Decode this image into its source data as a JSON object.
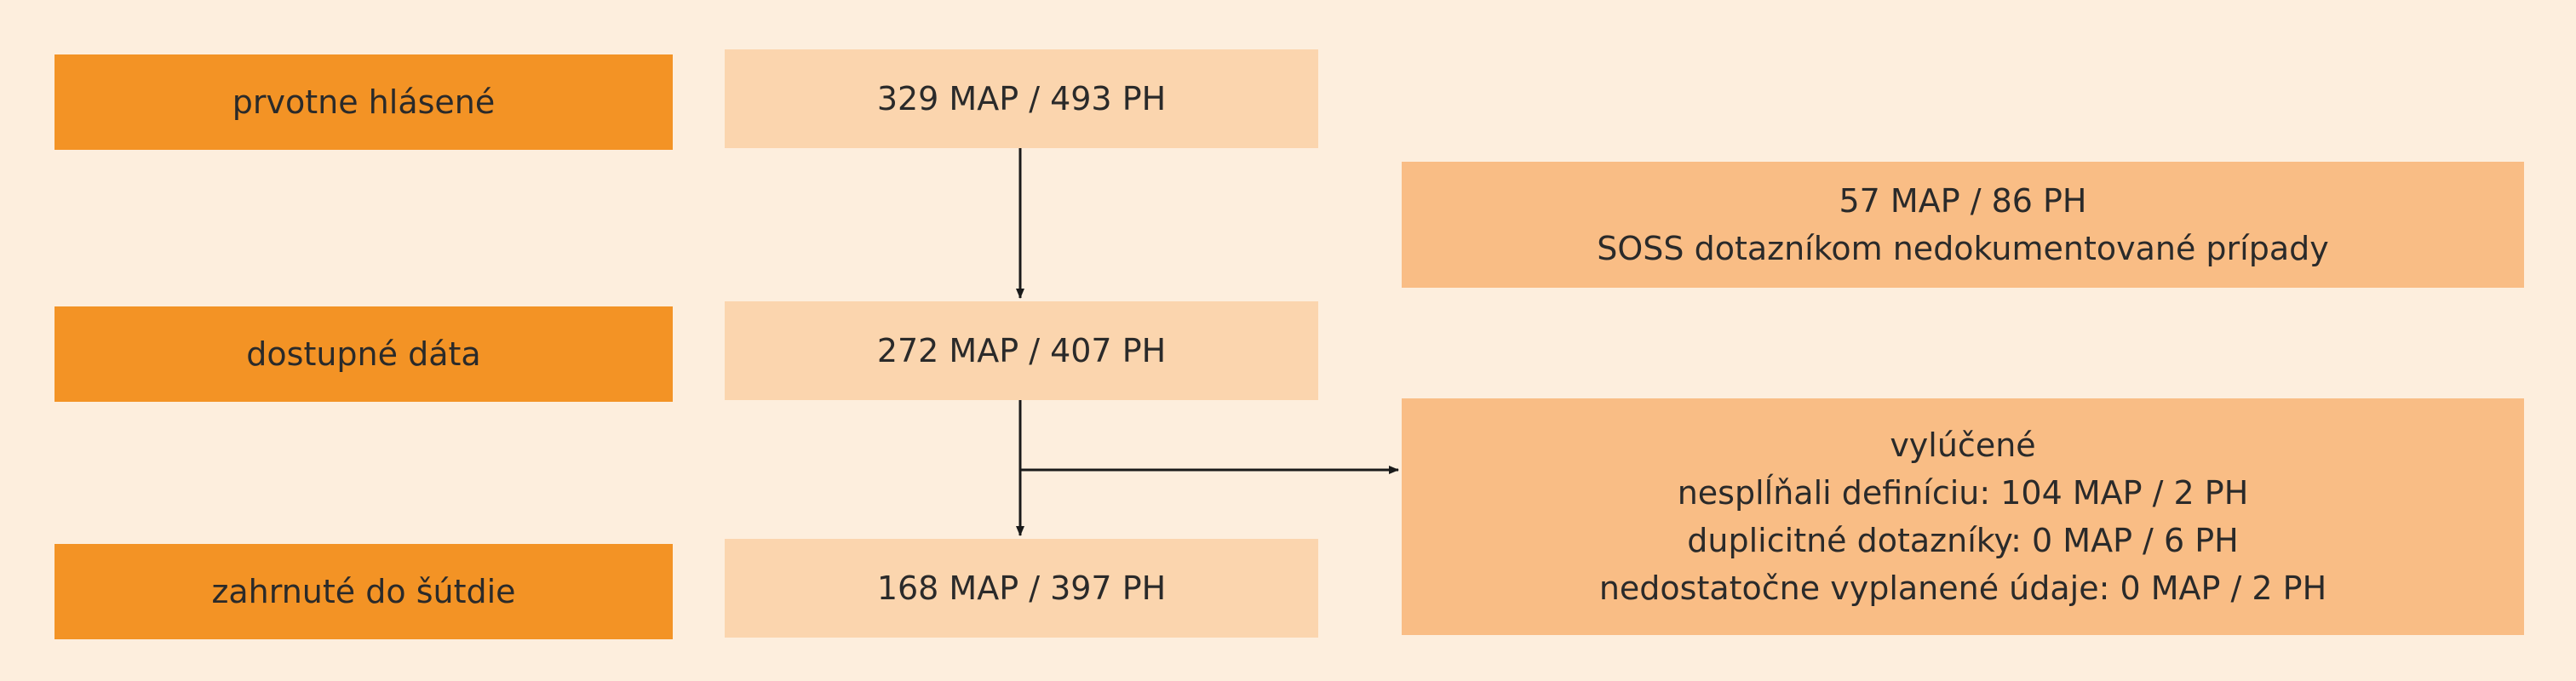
{
  "stages": [
    {
      "label": "prvotne hlásené",
      "count": "329 MAP / 493 PH"
    },
    {
      "label": "dostupné dáta",
      "count": "272 MAP / 407 PH"
    },
    {
      "label": "zahrnuté do šútdie",
      "count": "168 MAP / 397 PH"
    }
  ],
  "removed": {
    "lines": [
      "57 MAP / 86 PH",
      "SOSS dotazníkom nedokumentované prípady"
    ]
  },
  "excluded": {
    "lines": [
      "vylúčené",
      "nesplĺňali definíciu: 104 MAP / 2 PH",
      "duplicitné dotazníky: 0 MAP / 6 PH",
      "nedostatočne vyplanené údaje: 0 MAP / 2 PH"
    ]
  },
  "colors": {
    "background": "#fdeedd",
    "stage_label": "#f39325",
    "stage_count": "#fbd5ae",
    "side_box": "#f9bd85",
    "arrow": "#1a1a1a"
  }
}
